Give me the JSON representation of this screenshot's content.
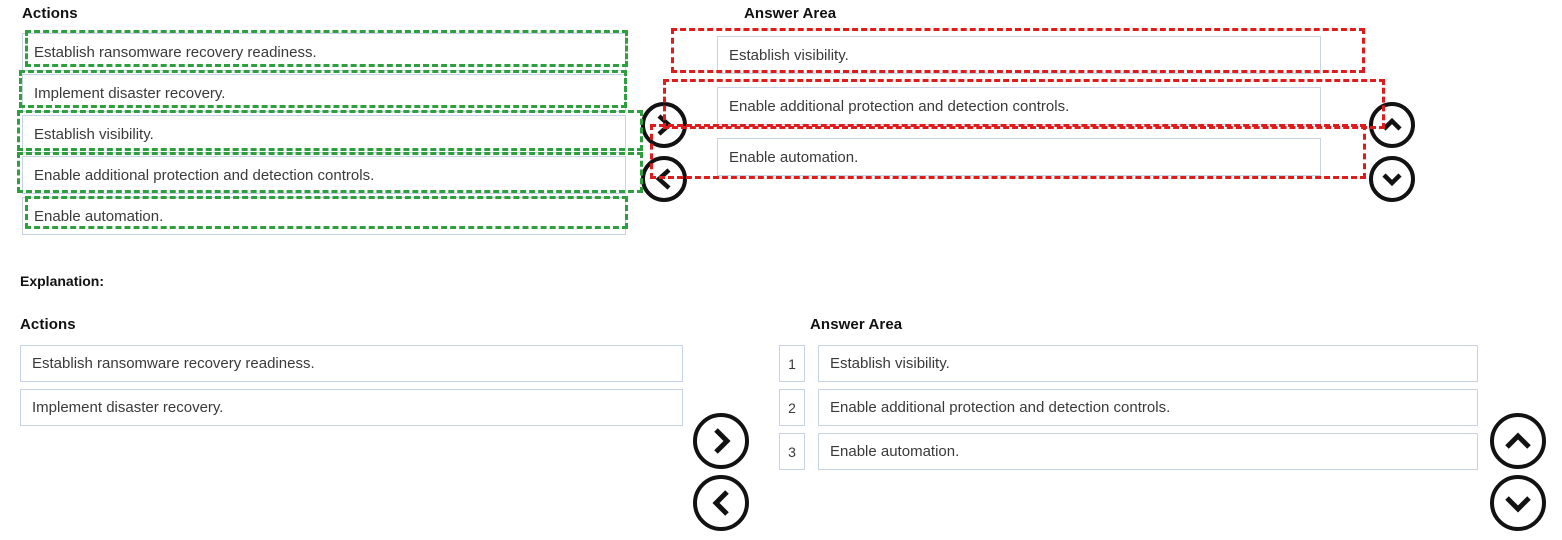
{
  "top": {
    "actions_heading": "Actions",
    "answer_heading": "Answer Area",
    "actions_items": [
      "Establish ransomware recovery readiness.",
      "Implement disaster recovery.",
      "Establish visibility.",
      "Enable additional protection and detection controls.",
      "Enable automation."
    ],
    "answer_items": [
      "Establish visibility.",
      "Enable additional protection and detection controls.",
      "Enable automation."
    ]
  },
  "explanation": {
    "label": "Explanation:",
    "actions_heading": "Actions",
    "answer_heading": "Answer Area",
    "actions_items": [
      "Establish ransomware recovery readiness.",
      "Implement disaster recovery."
    ],
    "answer_rows": [
      {
        "number": "1",
        "text": "Establish visibility."
      },
      {
        "number": "2",
        "text": "Enable additional protection and detection controls."
      },
      {
        "number": "3",
        "text": "Enable automation."
      }
    ]
  },
  "controls": {
    "move_right_label": "›",
    "move_left_label": "‹",
    "move_up_label": "⌃",
    "move_down_label": "⌄"
  },
  "colors": {
    "annotation_green": "#2e9e3e",
    "annotation_red": "#e01b1b",
    "box_border": "#c5d3e4",
    "text": "#3a3a3a"
  }
}
